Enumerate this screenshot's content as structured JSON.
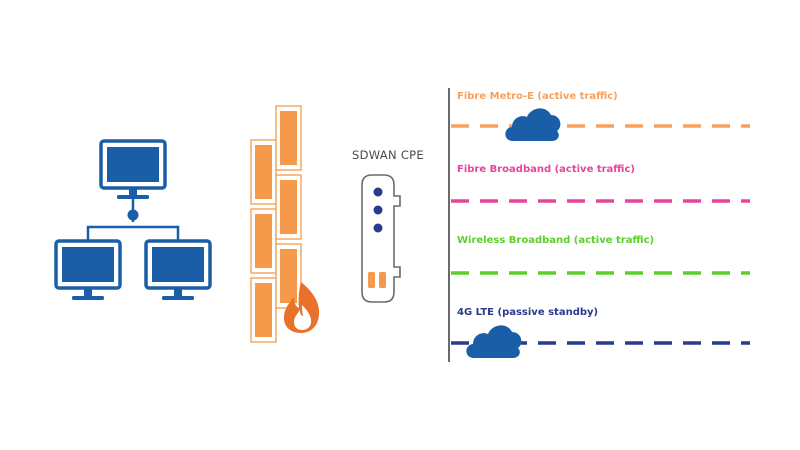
{
  "cpe": {
    "title": "SDWAN CPE"
  },
  "links": [
    {
      "label": "Fibre Metro-E (active traffic)",
      "color": "#f7a15e"
    },
    {
      "label": "Fibre Broadband (active traffic)",
      "color": "#e8449b"
    },
    {
      "label": "Wireless Broadband (active traffic)",
      "color": "#5ccf2b"
    },
    {
      "label": "4G LTE (passive standby)",
      "color": "#2a3a8c"
    }
  ],
  "colors": {
    "network_blue": "#1a5ea8",
    "firewall_orange": "#f59a4a",
    "flame": "#e8722c",
    "cloud_blue": "#1a5ea8",
    "divider_gray": "#6a6a6a"
  }
}
